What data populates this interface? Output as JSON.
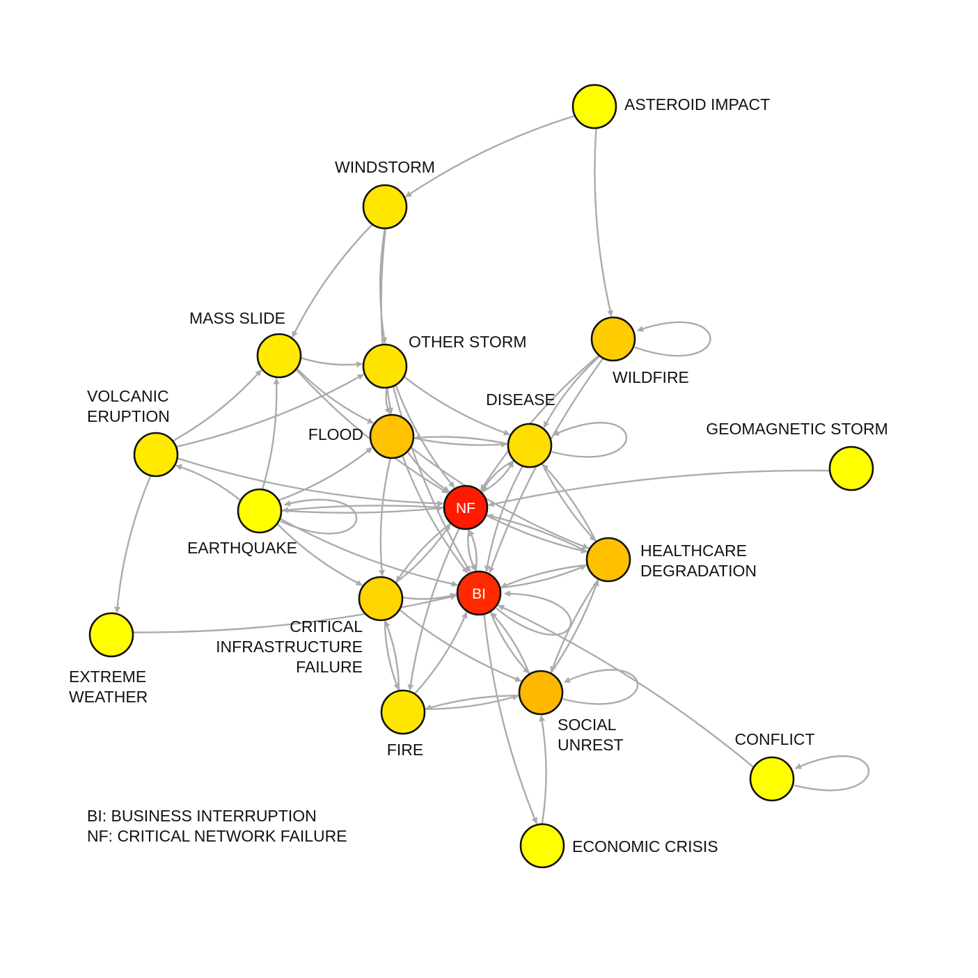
{
  "colors": {
    "edge": "#ababab",
    "outline": "#111111"
  },
  "nodes": [
    {
      "id": "asteroid_impact",
      "label_lines": [
        "ASTEROID IMPACT"
      ],
      "color": "#ffff00"
    },
    {
      "id": "windstorm",
      "label_lines": [
        "WINDSTORM"
      ],
      "color": "#ffe600"
    },
    {
      "id": "mass_slide",
      "label_lines": [
        "MASS SLIDE"
      ],
      "color": "#ffea00"
    },
    {
      "id": "other_storm",
      "label_lines": [
        "OTHER STORM"
      ],
      "color": "#ffe300"
    },
    {
      "id": "wildfire",
      "label_lines": [
        "WILDFIRE"
      ],
      "color": "#ffcc00"
    },
    {
      "id": "volcanic_eruption",
      "label_lines": [
        "VOLCANIC",
        "ERUPTION"
      ],
      "color": "#ffea00"
    },
    {
      "id": "flood",
      "label_lines": [
        "FLOOD"
      ],
      "color": "#ffc200"
    },
    {
      "id": "disease",
      "label_lines": [
        "DISEASE"
      ],
      "color": "#ffdd00"
    },
    {
      "id": "geomagnetic_storm",
      "label_lines": [
        "GEOMAGNETIC STORM"
      ],
      "color": "#ffff00"
    },
    {
      "id": "earthquake",
      "label_lines": [
        "EARTHQUAKE"
      ],
      "color": "#ffff00"
    },
    {
      "id": "nf",
      "label_lines": [],
      "inner_label": "NF",
      "color": "#ff1a00"
    },
    {
      "id": "healthcare_degradation",
      "label_lines": [
        "HEALTHCARE",
        "DEGRADATION"
      ],
      "color": "#ffc000"
    },
    {
      "id": "bi",
      "label_lines": [],
      "inner_label": "BI",
      "color": "#ff2a00"
    },
    {
      "id": "critical_infrastructure_failure",
      "label_lines": [
        "CRITICAL",
        "INFRASTRUCTURE",
        "FAILURE"
      ],
      "color": "#ffd500"
    },
    {
      "id": "extreme_weather",
      "label_lines": [
        "EXTREME",
        "WEATHER"
      ],
      "color": "#ffff00"
    },
    {
      "id": "fire",
      "label_lines": [
        "FIRE"
      ],
      "color": "#ffe600"
    },
    {
      "id": "social_unrest",
      "label_lines": [
        "SOCIAL",
        "UNREST"
      ],
      "color": "#ffb800"
    },
    {
      "id": "conflict",
      "label_lines": [
        "CONFLICT"
      ],
      "color": "#ffff00"
    },
    {
      "id": "economic_crisis",
      "label_lines": [
        "ECONOMIC CRISIS"
      ],
      "color": "#ffff00"
    }
  ],
  "edges": [
    {
      "from": "asteroid_impact",
      "to": "windstorm"
    },
    {
      "from": "asteroid_impact",
      "to": "wildfire"
    },
    {
      "from": "windstorm",
      "to": "mass_slide"
    },
    {
      "from": "windstorm",
      "to": "other_storm"
    },
    {
      "from": "windstorm",
      "to": "flood"
    },
    {
      "from": "wildfire",
      "to": "wildfire"
    },
    {
      "from": "wildfire",
      "to": "disease"
    },
    {
      "from": "wildfire",
      "to": "nf"
    },
    {
      "from": "wildfire",
      "to": "bi"
    },
    {
      "from": "mass_slide",
      "to": "flood"
    },
    {
      "from": "mass_slide",
      "to": "other_storm"
    },
    {
      "from": "mass_slide",
      "to": "nf"
    },
    {
      "from": "other_storm",
      "to": "flood"
    },
    {
      "from": "other_storm",
      "to": "disease"
    },
    {
      "from": "other_storm",
      "to": "nf"
    },
    {
      "from": "other_storm",
      "to": "bi"
    },
    {
      "from": "volcanic_eruption",
      "to": "mass_slide"
    },
    {
      "from": "volcanic_eruption",
      "to": "other_storm"
    },
    {
      "from": "volcanic_eruption",
      "to": "nf"
    },
    {
      "from": "volcanic_eruption",
      "to": "extreme_weather"
    },
    {
      "from": "earthquake",
      "to": "volcanic_eruption"
    },
    {
      "from": "earthquake",
      "to": "mass_slide"
    },
    {
      "from": "earthquake",
      "to": "flood"
    },
    {
      "from": "earthquake",
      "to": "earthquake"
    },
    {
      "from": "earthquake",
      "to": "nf"
    },
    {
      "from": "earthquake",
      "to": "critical_infrastructure_failure"
    },
    {
      "from": "earthquake",
      "to": "bi"
    },
    {
      "from": "nf",
      "to": "earthquake"
    },
    {
      "from": "flood",
      "to": "nf"
    },
    {
      "from": "flood",
      "to": "bi"
    },
    {
      "from": "flood",
      "to": "disease"
    },
    {
      "from": "flood",
      "to": "critical_infrastructure_failure"
    },
    {
      "from": "flood",
      "to": "healthcare_degradation"
    },
    {
      "from": "disease",
      "to": "flood"
    },
    {
      "from": "disease",
      "to": "disease"
    },
    {
      "from": "disease",
      "to": "nf"
    },
    {
      "from": "disease",
      "to": "bi"
    },
    {
      "from": "disease",
      "to": "healthcare_degradation"
    },
    {
      "from": "healthcare_degradation",
      "to": "disease"
    },
    {
      "from": "geomagnetic_storm",
      "to": "nf"
    },
    {
      "from": "nf",
      "to": "bi"
    },
    {
      "from": "bi",
      "to": "nf"
    },
    {
      "from": "nf",
      "to": "disease"
    },
    {
      "from": "nf",
      "to": "critical_infrastructure_failure"
    },
    {
      "from": "critical_infrastructure_failure",
      "to": "nf"
    },
    {
      "from": "nf",
      "to": "healthcare_degradation"
    },
    {
      "from": "nf",
      "to": "fire"
    },
    {
      "from": "healthcare_degradation",
      "to": "nf"
    },
    {
      "from": "critical_infrastructure_failure",
      "to": "bi"
    },
    {
      "from": "critical_infrastructure_failure",
      "to": "fire"
    },
    {
      "from": "fire",
      "to": "critical_infrastructure_failure"
    },
    {
      "from": "critical_infrastructure_failure",
      "to": "social_unrest"
    },
    {
      "from": "extreme_weather",
      "to": "bi"
    },
    {
      "from": "fire",
      "to": "bi"
    },
    {
      "from": "fire",
      "to": "social_unrest"
    },
    {
      "from": "social_unrest",
      "to": "fire"
    },
    {
      "from": "bi",
      "to": "healthcare_degradation"
    },
    {
      "from": "healthcare_degradation",
      "to": "bi"
    },
    {
      "from": "healthcare_degradation",
      "to": "social_unrest"
    },
    {
      "from": "social_unrest",
      "to": "healthcare_degradation"
    },
    {
      "from": "bi",
      "to": "social_unrest"
    },
    {
      "from": "social_unrest",
      "to": "bi"
    },
    {
      "from": "social_unrest",
      "to": "social_unrest"
    },
    {
      "from": "bi",
      "to": "economic_crisis"
    },
    {
      "from": "economic_crisis",
      "to": "social_unrest"
    },
    {
      "from": "conflict",
      "to": "conflict"
    },
    {
      "from": "conflict",
      "to": "bi"
    },
    {
      "from": "bi",
      "to": "bi"
    }
  ],
  "legend": {
    "lines": [
      "BI: BUSINESS INTERRUPTION",
      "NF: CRITICAL NETWORK FAILURE"
    ]
  }
}
